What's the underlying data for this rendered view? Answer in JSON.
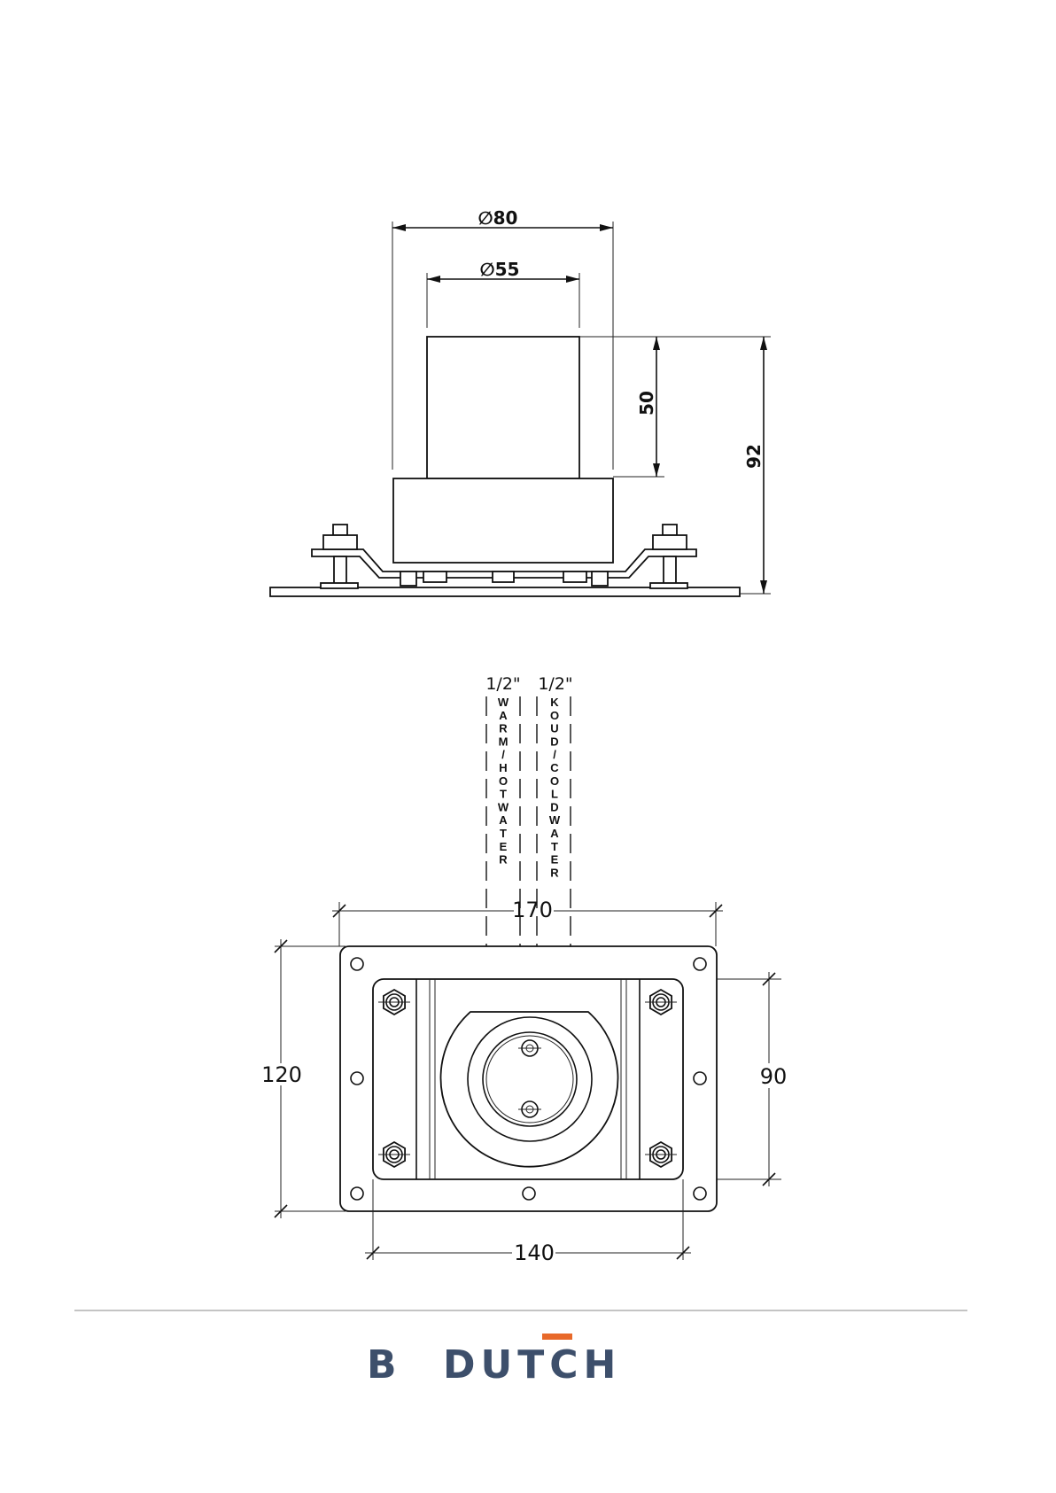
{
  "side_view": {
    "dim_outer_diameter": "∅80",
    "dim_inner_diameter": "∅55",
    "dim_cylinder_height": "50",
    "dim_total_height": "92"
  },
  "pipes": {
    "hot": {
      "size": "1/2\"",
      "label_letters": [
        "W",
        "A",
        "R",
        "M",
        "/",
        "H",
        "O",
        "T",
        "W",
        "A",
        "T",
        "E",
        "R"
      ]
    },
    "cold": {
      "size": "1/2\"",
      "label_letters": [
        "K",
        "O",
        "U",
        "D",
        "/",
        "C",
        "O",
        "L",
        "D",
        "W",
        "A",
        "T",
        "E",
        "R"
      ]
    }
  },
  "top_view": {
    "dim_width": "170",
    "dim_height": "120",
    "dim_inner_height": "90",
    "dim_inner_width": "140"
  },
  "footer": {
    "brand_letter_1": "B",
    "brand_word": "DUTCH",
    "brand_color": "#3d4f6b",
    "accent_color": "#e8692a"
  }
}
